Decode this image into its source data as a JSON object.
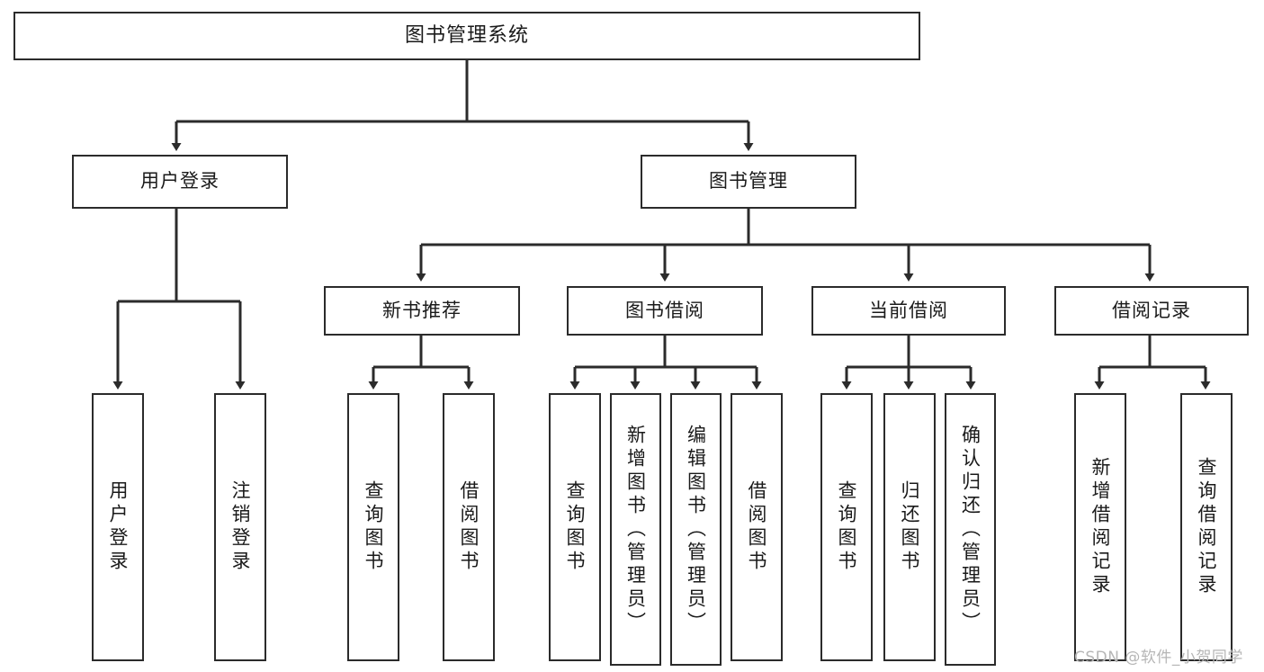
{
  "diagram": {
    "title": "图书管理系统",
    "type": "tree-hierarchy",
    "watermark": "CSDN @软件_小贺同学",
    "colors": {
      "background": "#ffffff",
      "box_border": "#2b2b2b",
      "box_fill": "#ffffff",
      "text": "#1a1a1a",
      "connector": "#2b2b2b",
      "watermark": "#b6b6b6"
    },
    "nodes": {
      "root": {
        "label": "图书管理系统"
      },
      "level2": [
        {
          "label": "用户登录"
        },
        {
          "label": "图书管理"
        }
      ],
      "level3": [
        {
          "label": "新书推荐"
        },
        {
          "label": "图书借阅"
        },
        {
          "label": "当前借阅"
        },
        {
          "label": "借阅记录"
        }
      ],
      "leaves": {
        "user_login": [
          {
            "label": "用户登录"
          },
          {
            "label": "注销登录"
          }
        ],
        "new_book_recommend": [
          {
            "label": "查询图书"
          },
          {
            "label": "借阅图书"
          }
        ],
        "book_borrow": [
          {
            "label": "查询图书"
          },
          {
            "label": "新增图书（管理员）"
          },
          {
            "label": "编辑图书（管理员）"
          },
          {
            "label": "借阅图书"
          }
        ],
        "current_borrow": [
          {
            "label": "查询图书"
          },
          {
            "label": "归还图书"
          },
          {
            "label": "确认归还（管理员）"
          }
        ],
        "borrow_record": [
          {
            "label": "新增借阅记录"
          },
          {
            "label": "查询借阅记录"
          }
        ]
      }
    }
  }
}
